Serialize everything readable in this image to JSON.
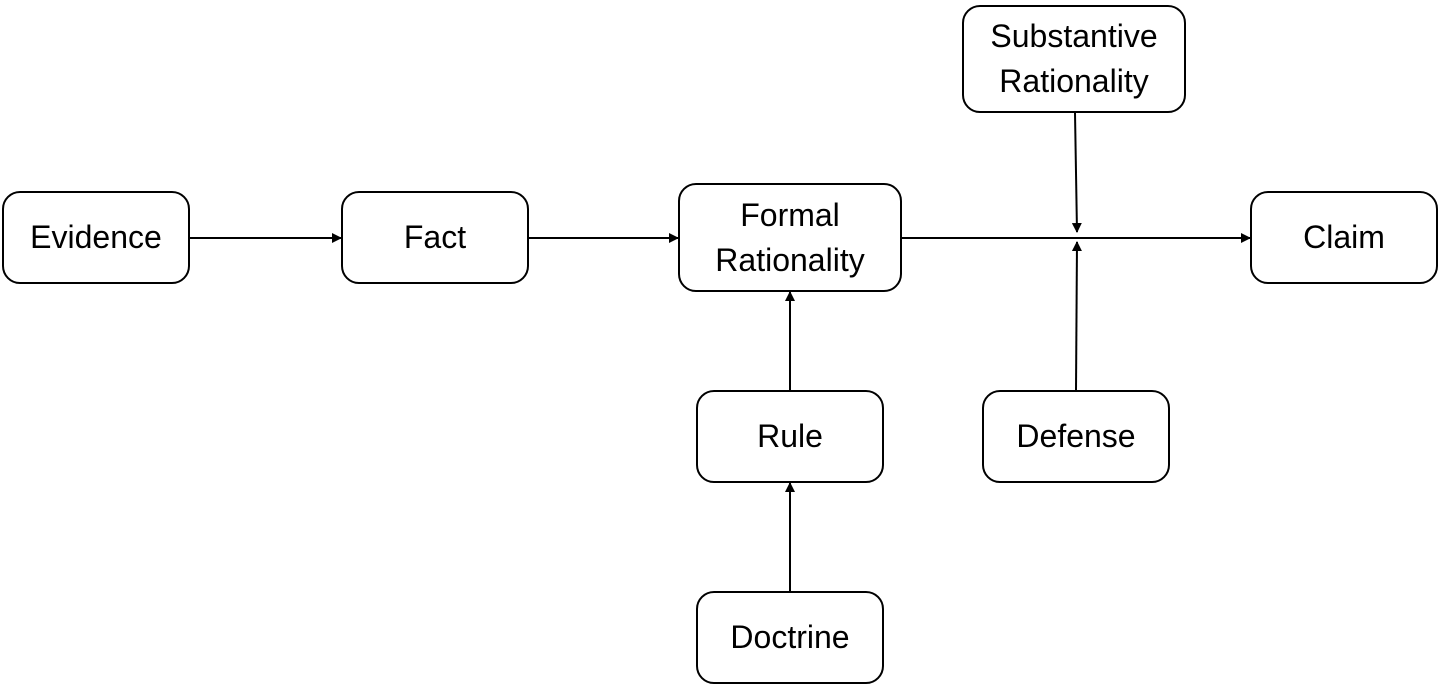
{
  "diagram": {
    "nodes": [
      {
        "id": "evidence",
        "label": "Evidence"
      },
      {
        "id": "fact",
        "label": "Fact"
      },
      {
        "id": "formal_rationality",
        "label": "Formal\nRationality"
      },
      {
        "id": "claim",
        "label": "Claim"
      },
      {
        "id": "substantive_rationality",
        "label": "Substantive\nRationality"
      },
      {
        "id": "rule",
        "label": "Rule"
      },
      {
        "id": "defense",
        "label": "Defense"
      },
      {
        "id": "doctrine",
        "label": "Doctrine"
      }
    ],
    "edges": [
      {
        "from": "evidence",
        "to": "fact"
      },
      {
        "from": "fact",
        "to": "formal_rationality"
      },
      {
        "from": "formal_rationality",
        "to": "claim"
      },
      {
        "from": "substantive_rationality",
        "to": "formal_rationality->claim"
      },
      {
        "from": "defense",
        "to": "formal_rationality->claim"
      },
      {
        "from": "rule",
        "to": "formal_rationality"
      },
      {
        "from": "doctrine",
        "to": "rule"
      }
    ]
  }
}
